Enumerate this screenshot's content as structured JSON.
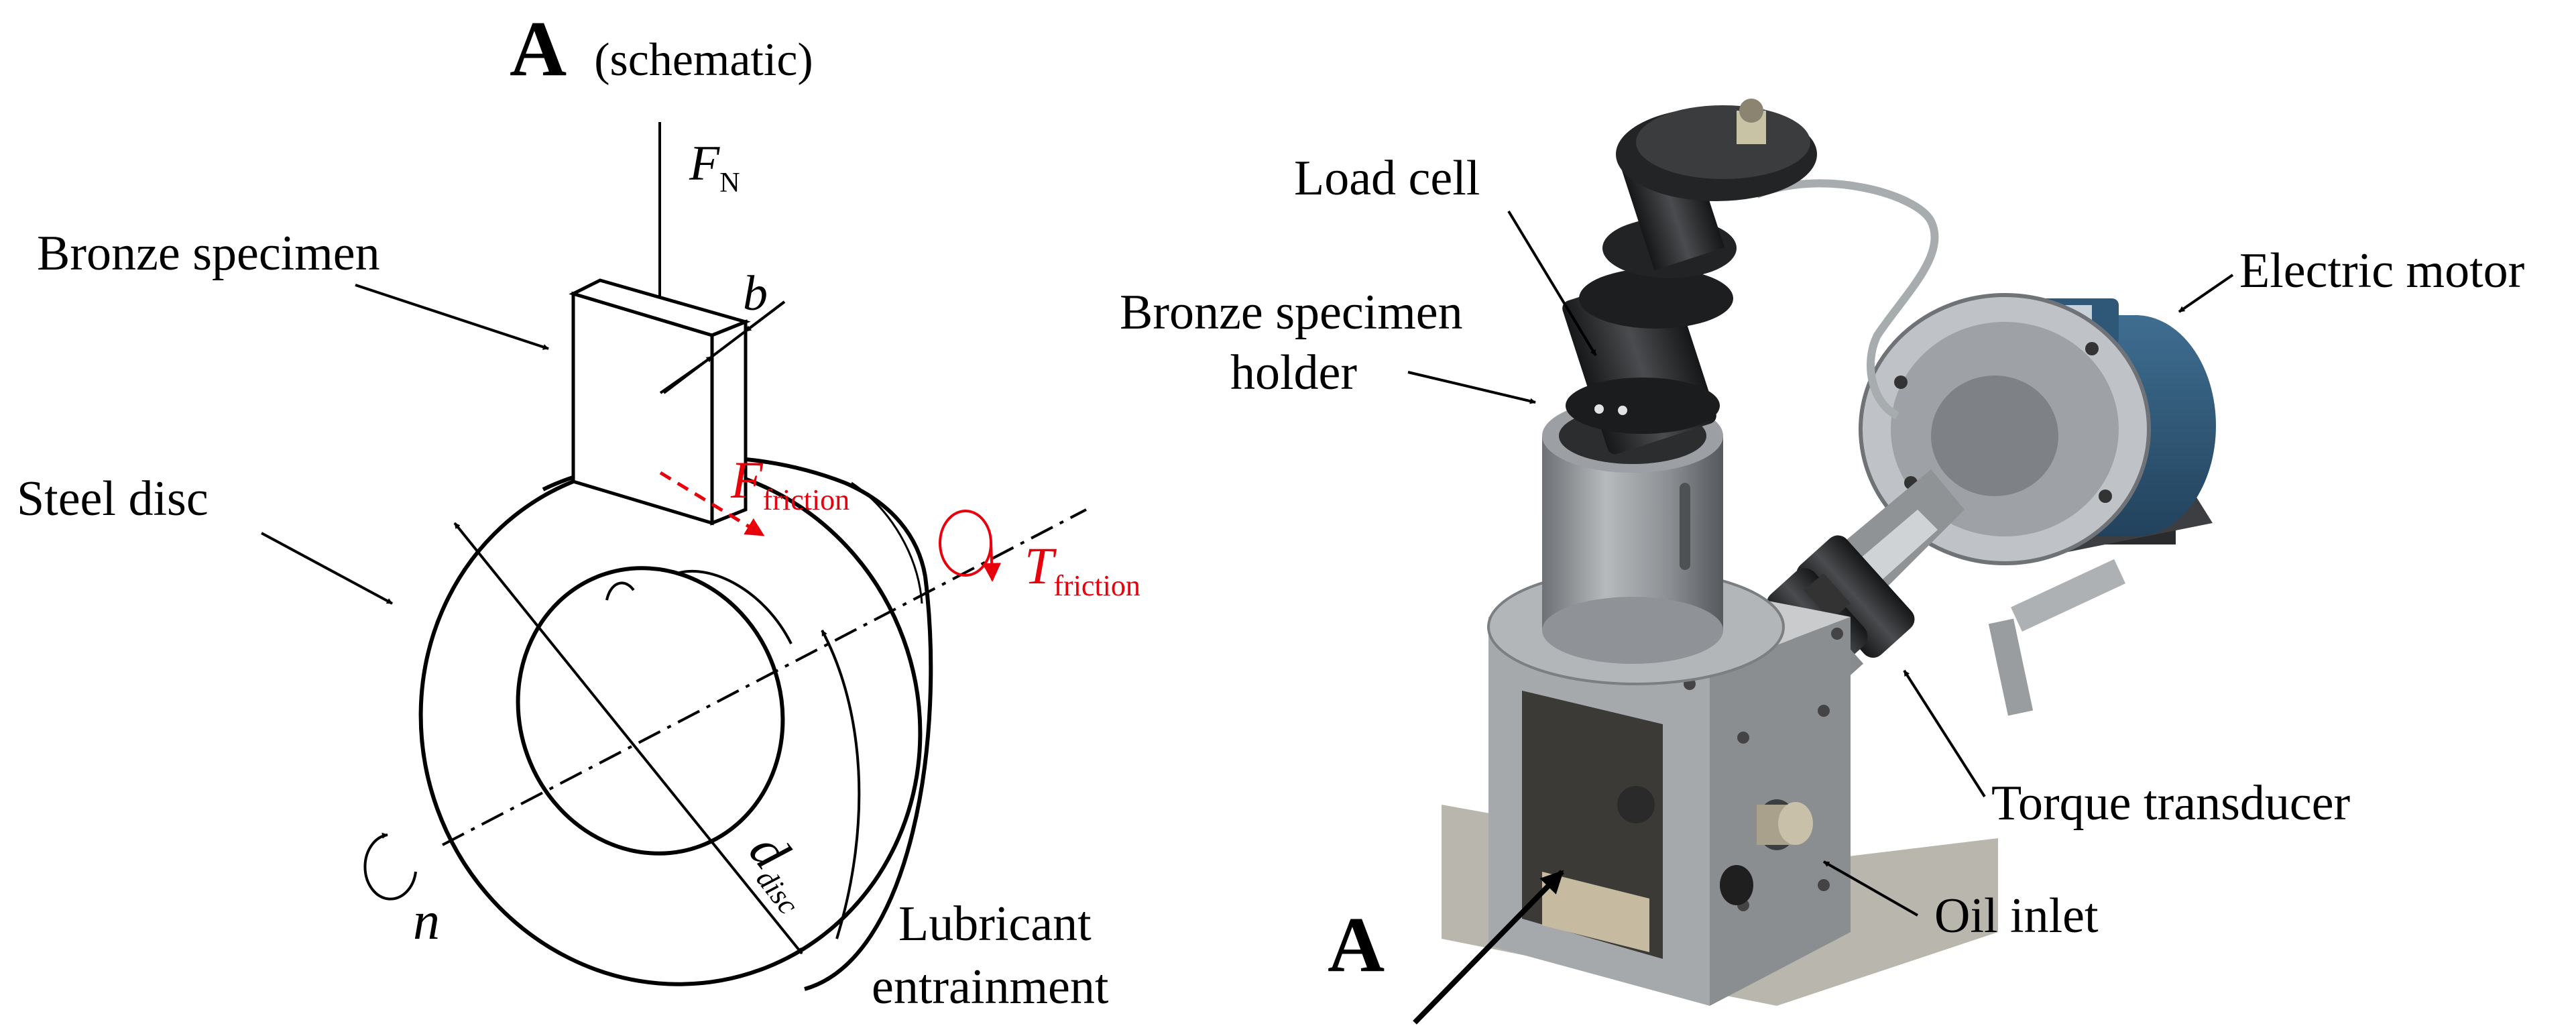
{
  "schematic": {
    "title_letter": "A",
    "title_suffix": "(schematic)",
    "force_symbol": "F",
    "force_subscript": "N",
    "width_symbol": "b",
    "friction_force_symbol": "F",
    "friction_force_subscript": "friction",
    "friction_torque_symbol": "T",
    "friction_torque_subscript": "friction",
    "diameter_symbol": "d",
    "diameter_subscript": "disc",
    "speed_symbol": "n",
    "labels": {
      "bronze_specimen": "Bronze specimen",
      "steel_disc": "Steel disc",
      "lubricant_line1": "Lubricant",
      "lubricant_line2": "entrainment"
    }
  },
  "photo": {
    "labels": {
      "load_cell": "Load cell",
      "holder_line1": "Bronze specimen",
      "holder_line2": "holder",
      "electric_motor": "Electric motor",
      "torque_transducer": "Torque transducer",
      "oil_inlet": "Oil inlet",
      "view_letter": "A"
    }
  },
  "colors": {
    "ink": "#000000",
    "friction_red": "#e8000b"
  }
}
